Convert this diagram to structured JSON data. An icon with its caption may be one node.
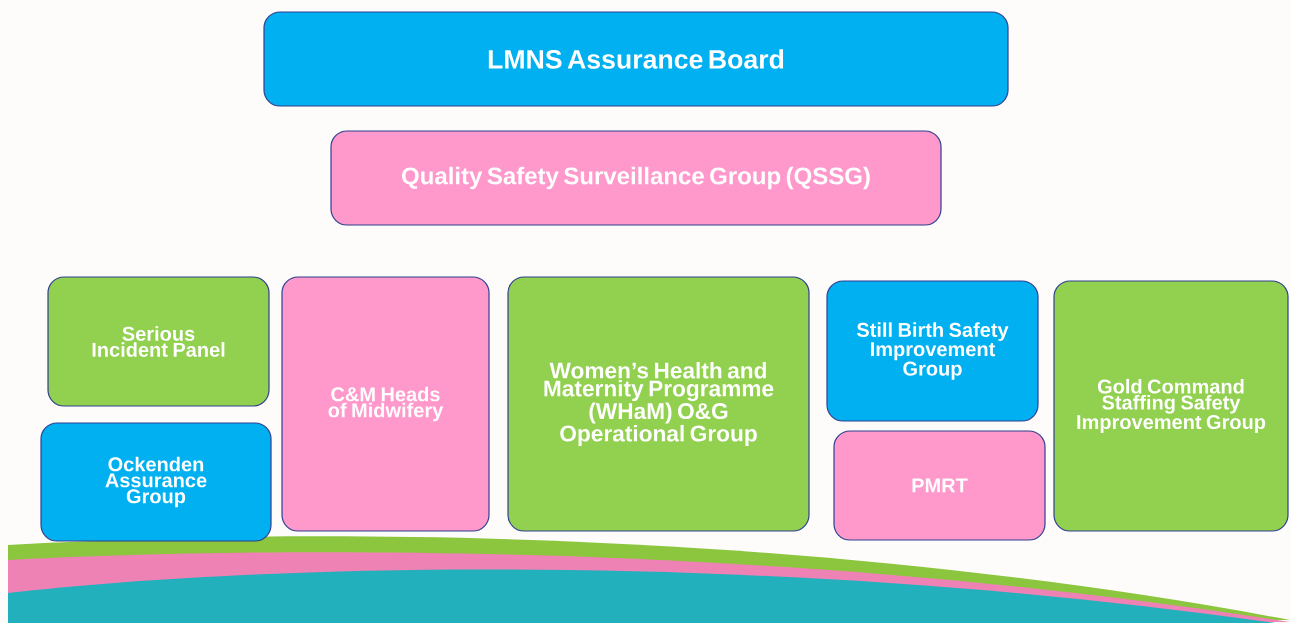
{
  "diagram": {
    "nodes": [
      {
        "text": [
          "LMNS Assurance Board"
        ]
      },
      {
        "text": [
          "Quality Safety Surveillance Group (QSSG)"
        ]
      },
      {
        "text": [
          "Serious Incident Panel"
        ]
      },
      {
        "text": [
          "Ockenden Assurance Group"
        ]
      },
      {
        "text": [
          "C&M Heads of Midwifery"
        ]
      },
      {
        "text": [
          "Women’s Health and Maternity Programme (WHaM) O&G Operational Group"
        ]
      },
      {
        "text": [
          "Still Birth Safety Improvement Group"
        ]
      },
      {
        "text": [
          "PMRT"
        ]
      },
      {
        "text": [
          "Gold Command Staffing Safety Improvement Group"
        ]
      }
    ]
  }
}
